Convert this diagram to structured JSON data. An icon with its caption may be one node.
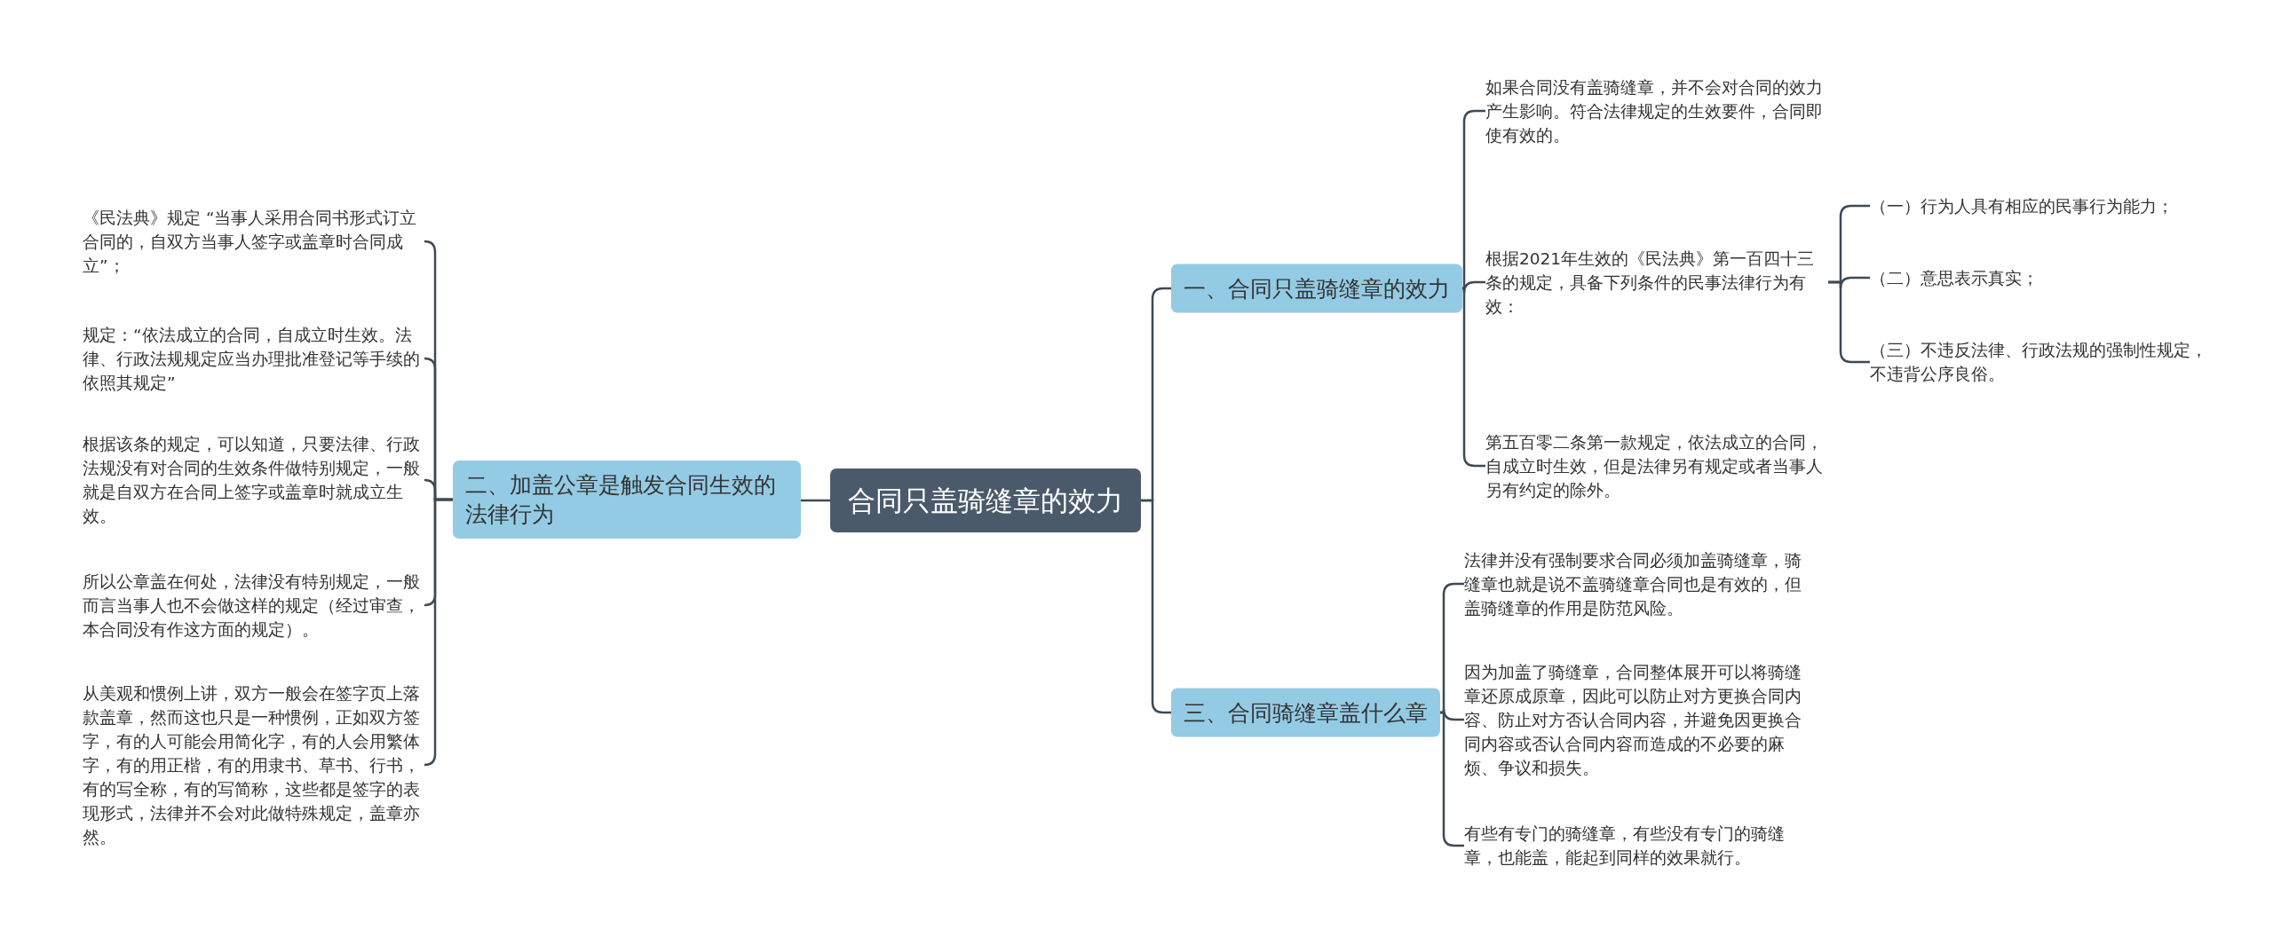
{
  "diagram": {
    "nodes": [
      {
        "text": [
          "合同只盖骑缝章的效力"
        ]
      },
      {
        "text": [
          "一、合同只盖骑缝章的效力"
        ]
      },
      {
        "text": [
          "如果合同没有盖骑缝章，并不会对合同的效力产生影响。符合法律规定的生效要件，合同即使有效的。"
        ]
      },
      {
        "text": [
          "根据2021年生效的《民法典》第一百四十三条的规定，具备下列条件的民事法律行为有效："
        ]
      },
      {
        "text": [
          "（一）行为人具有相应的民事行为能力；"
        ]
      },
      {
        "text": [
          "（二）意思表示真实；"
        ]
      },
      {
        "text": [
          "（三）不违反法律、行政法规的强制性规定，不违背公序良俗。"
        ]
      },
      {
        "text": [
          "第五百零二条第一款规定，依法成立的合同，自成立时生效，但是法律另有规定或者当事人另有约定的除外。"
        ]
      },
      {
        "text": [
          "三、合同骑缝章盖什么章"
        ]
      },
      {
        "text": [
          "法律并没有强制要求合同必须加盖骑缝章，骑缝章也就是说不盖骑缝章合同也是有效的，但盖骑缝章的作用是防范风险。"
        ]
      },
      {
        "text": [
          "因为加盖了骑缝章，合同整体展开可以将骑缝章还原成原章，因此可以防止对方更换合同内容、防止对方否认合同内容，并避免因更换合同内容或否认合同内容而造成的不必要的麻烦、争议和损失。"
        ]
      },
      {
        "text": [
          "有些有专门的骑缝章，有些没有专门的骑缝章，也能盖，能起到同样的效果就行。"
        ]
      },
      {
        "text": [
          "二、加盖公章是触发合同生效的法律行为"
        ]
      },
      {
        "text": [
          "《民法典》规定 “当事人采用合同书形式订立合同的，自双方当事人签字或盖章时合同成立”；"
        ]
      },
      {
        "text": [
          "规定：“依法成立的合同，自成立时生效。法律、行政法规规定应当办理批准登记等手续的依照其规定”"
        ]
      },
      {
        "text": [
          "根据该条的规定，可以知道，只要法律、行政法规没有对合同的生效条件做特别规定，一般就是自双方在合同上签字或盖章时就成立生效。"
        ]
      },
      {
        "text": [
          "所以公章盖在何处，法律没有特别规定，一般而言当事人也不会做这样的规定（经过审查，本合同没有作这方面的规定）。"
        ]
      },
      {
        "text": [
          "从美观和惯例上讲，双方一般会在签字页上落款盖章，然而这也只是一种惯例，正如双方签字，有的人可能会用简化字，有的人会用繁体字，有的用正楷，有的用隶书、草书、行书，有的写全称，有的写简称，这些都是签字的表现形式，法律并不会对此做特殊规定，盖章亦然。"
        ]
      }
    ],
    "edges": [
      {
        "from": 0,
        "to": 1,
        "arrow": "none"
      },
      {
        "from": 0,
        "to": 8,
        "arrow": "none"
      },
      {
        "from": 0,
        "to": 12,
        "arrow": "none"
      },
      {
        "from": 1,
        "to": 2,
        "arrow": "none"
      },
      {
        "from": 1,
        "to": 3,
        "arrow": "none"
      },
      {
        "from": 1,
        "to": 7,
        "arrow": "none"
      },
      {
        "from": 3,
        "to": 4,
        "arrow": "none"
      },
      {
        "from": 3,
        "to": 5,
        "arrow": "none"
      },
      {
        "from": 3,
        "to": 6,
        "arrow": "none"
      },
      {
        "from": 8,
        "to": 9,
        "arrow": "none"
      },
      {
        "from": 8,
        "to": 10,
        "arrow": "none"
      },
      {
        "from": 8,
        "to": 11,
        "arrow": "none"
      },
      {
        "from": 12,
        "to": 13,
        "arrow": "none"
      },
      {
        "from": 12,
        "to": 14,
        "arrow": "none"
      },
      {
        "from": 12,
        "to": 15,
        "arrow": "none"
      },
      {
        "from": 12,
        "to": 16,
        "arrow": "none"
      },
      {
        "from": 12,
        "to": 17,
        "arrow": "none"
      }
    ]
  }
}
